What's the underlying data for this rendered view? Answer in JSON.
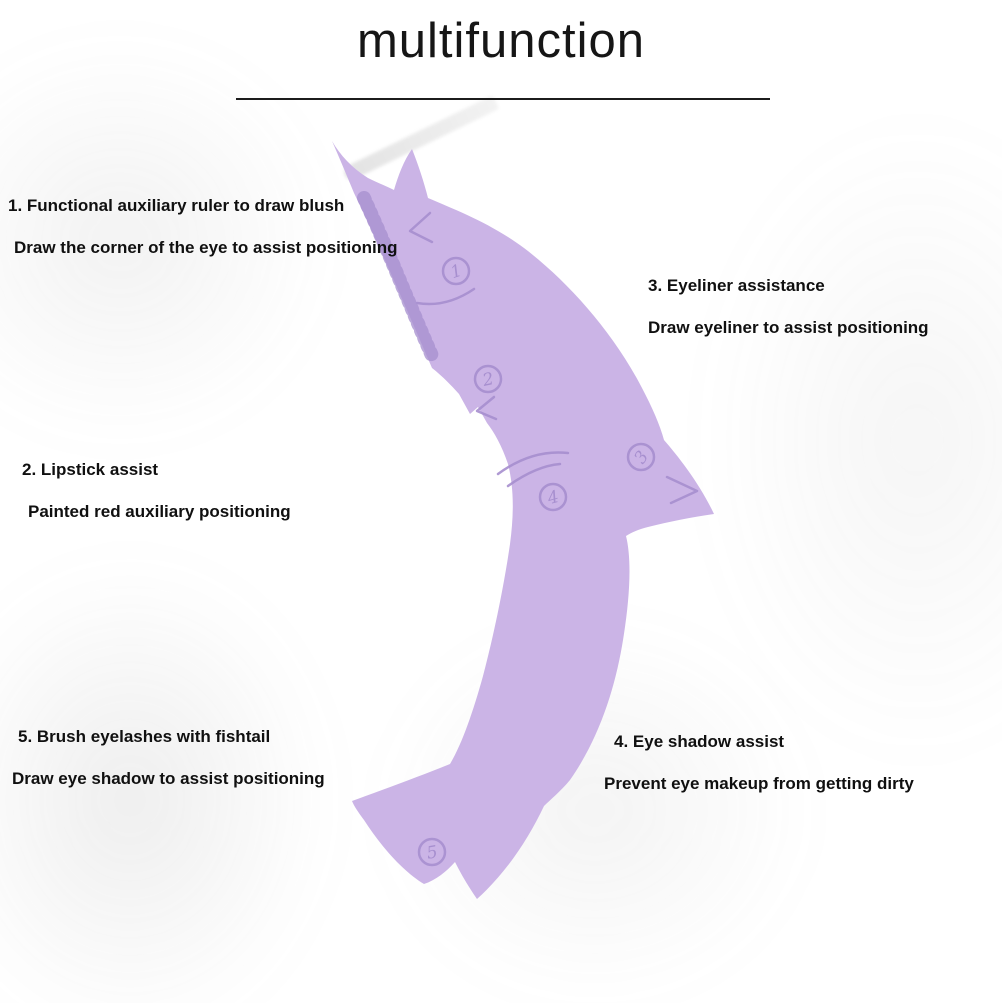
{
  "title": "multifunction",
  "colors": {
    "dolphin_fill": "#cbb4e6",
    "dolphin_detail": "#a78fcf",
    "text": "#101010"
  },
  "annotations": [
    {
      "line1": "1. Functional auxiliary ruler to draw blush",
      "line2": "Draw the corner of the eye to assist positioning"
    },
    {
      "line1": "2. Lipstick assist",
      "line2": "Painted red auxiliary positioning"
    },
    {
      "line1": "3. Eyeliner assistance",
      "line2": "Draw eyeliner to assist positioning"
    },
    {
      "line1": "4. Eye shadow assist",
      "line2": "Prevent eye makeup from getting dirty"
    },
    {
      "line1": "5. Brush eyelashes with fishtail",
      "line2": "Draw eye shadow to assist positioning"
    }
  ],
  "markers": [
    "1",
    "2",
    "3",
    "4",
    "5"
  ]
}
